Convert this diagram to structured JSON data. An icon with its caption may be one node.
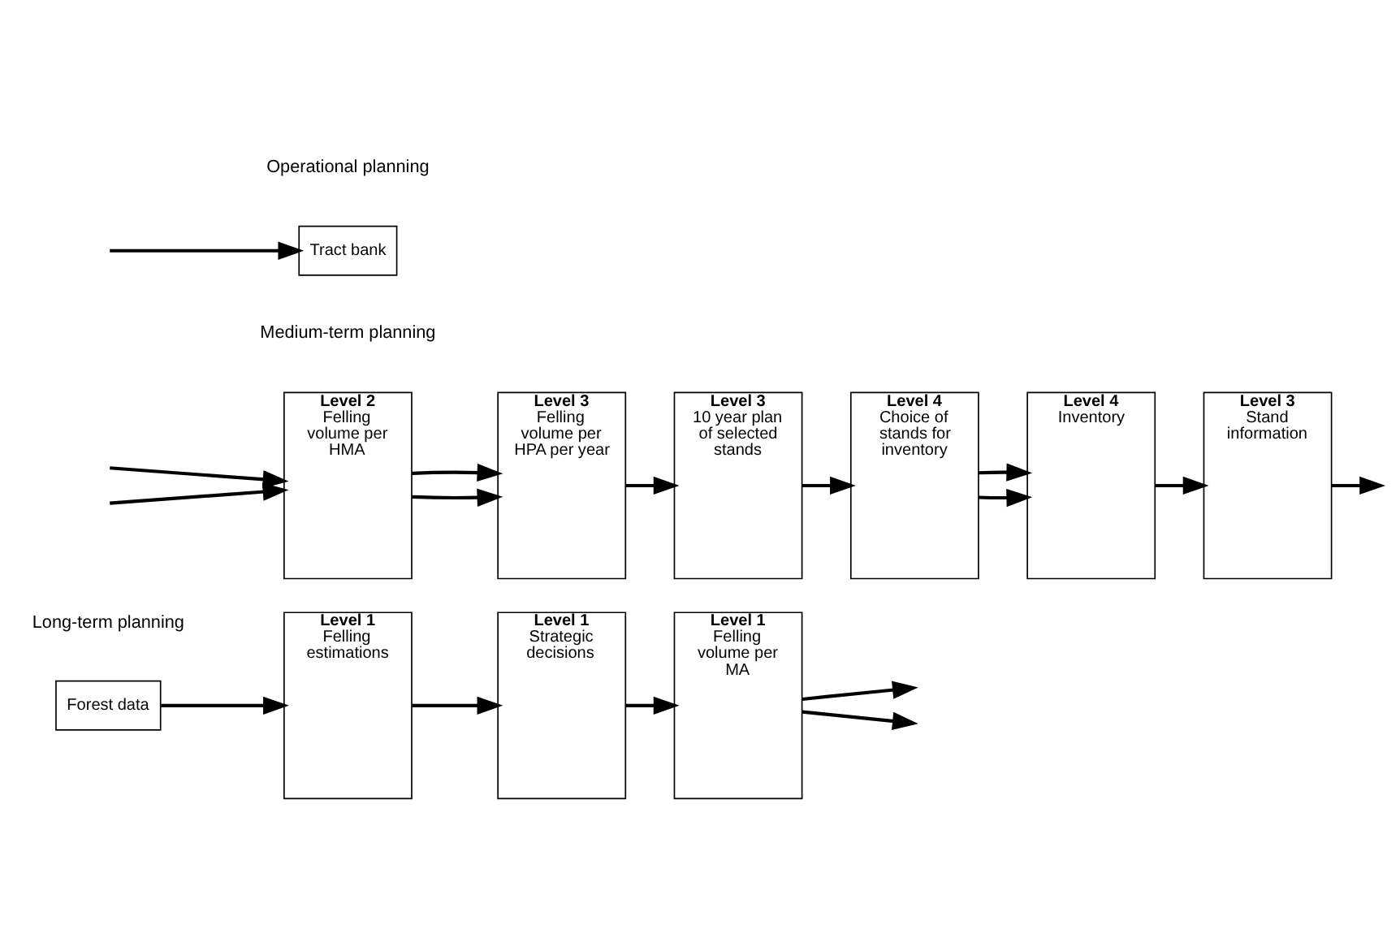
{
  "diagram": {
    "nodes": [
      {
        "text": [
          "Forest data"
        ]
      },
      {
        "text": [
          "Level 1",
          "Felling estimations"
        ]
      },
      {
        "text": [
          "Level 1",
          "Strategic decisions"
        ]
      },
      {
        "text": [
          "Level 1",
          "Felling volume per MA"
        ]
      },
      {
        "text": [
          "Level 2",
          "Felling volume per HMA"
        ]
      },
      {
        "text": [
          "Level 3",
          "Felling volume per HPA per year"
        ]
      },
      {
        "text": [
          "Level 3",
          "10 year plan of selected stands"
        ]
      },
      {
        "text": [
          "Level 4",
          "Choice of stands for inventory"
        ]
      },
      {
        "text": [
          "Level 4",
          "Inventory"
        ]
      },
      {
        "text": [
          "Level 3",
          "Stand information"
        ]
      },
      {
        "text": [
          "Tract bank"
        ]
      }
    ],
    "edges": [
      {
        "from": 0,
        "to": 1,
        "arrow": "to"
      },
      {
        "from": 1,
        "to": 2,
        "arrow": "to"
      },
      {
        "from": 2,
        "to": 3,
        "arrow": "to"
      },
      {
        "from": 3,
        "to": null,
        "arrow": "to"
      },
      {
        "from": 3,
        "to": null,
        "arrow": "to"
      },
      {
        "from": null,
        "to": 4,
        "arrow": "to"
      },
      {
        "from": null,
        "to": 4,
        "arrow": "to"
      },
      {
        "from": 4,
        "to": 5,
        "arrow": "to"
      },
      {
        "from": 4,
        "to": 5,
        "arrow": "to"
      },
      {
        "from": 5,
        "to": 6,
        "arrow": "to"
      },
      {
        "from": 6,
        "to": 7,
        "arrow": "to"
      },
      {
        "from": 7,
        "to": 8,
        "arrow": "to"
      },
      {
        "from": 7,
        "to": 8,
        "arrow": "to"
      },
      {
        "from": 8,
        "to": 9,
        "arrow": "to"
      },
      {
        "from": 9,
        "to": null,
        "arrow": "to"
      },
      {
        "from": null,
        "to": 10,
        "arrow": "to"
      }
    ],
    "labels": [
      "Long-term planning",
      "Medium-term planning",
      "Operational planning"
    ]
  }
}
